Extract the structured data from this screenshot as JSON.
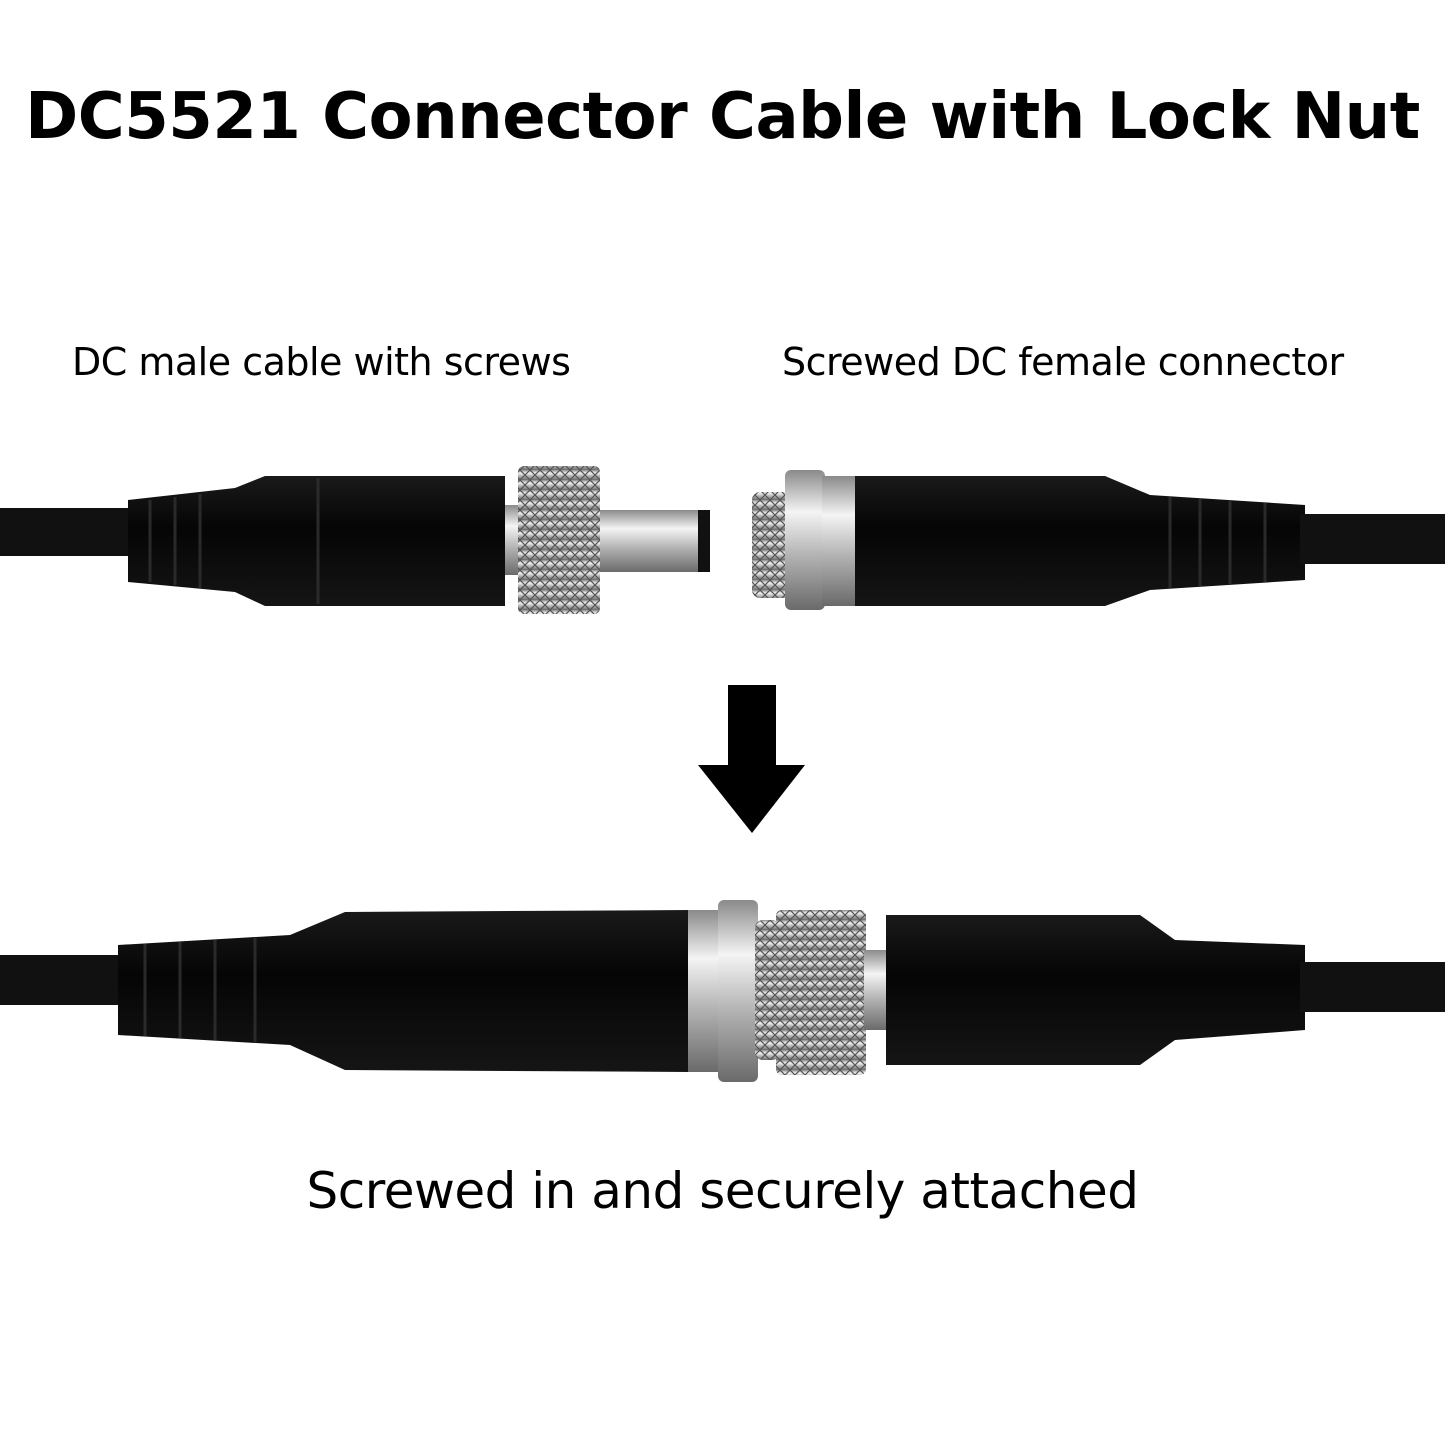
{
  "title": "DC5521 Connector Cable with Lock Nut",
  "labels": {
    "male": "DC male cable with screws",
    "female": "Screwed DC female connector"
  },
  "caption": "Screwed in and securely attached",
  "colors": {
    "text": "#000000",
    "cable": "#0a0a0a",
    "metal": "#c8c8c8"
  }
}
